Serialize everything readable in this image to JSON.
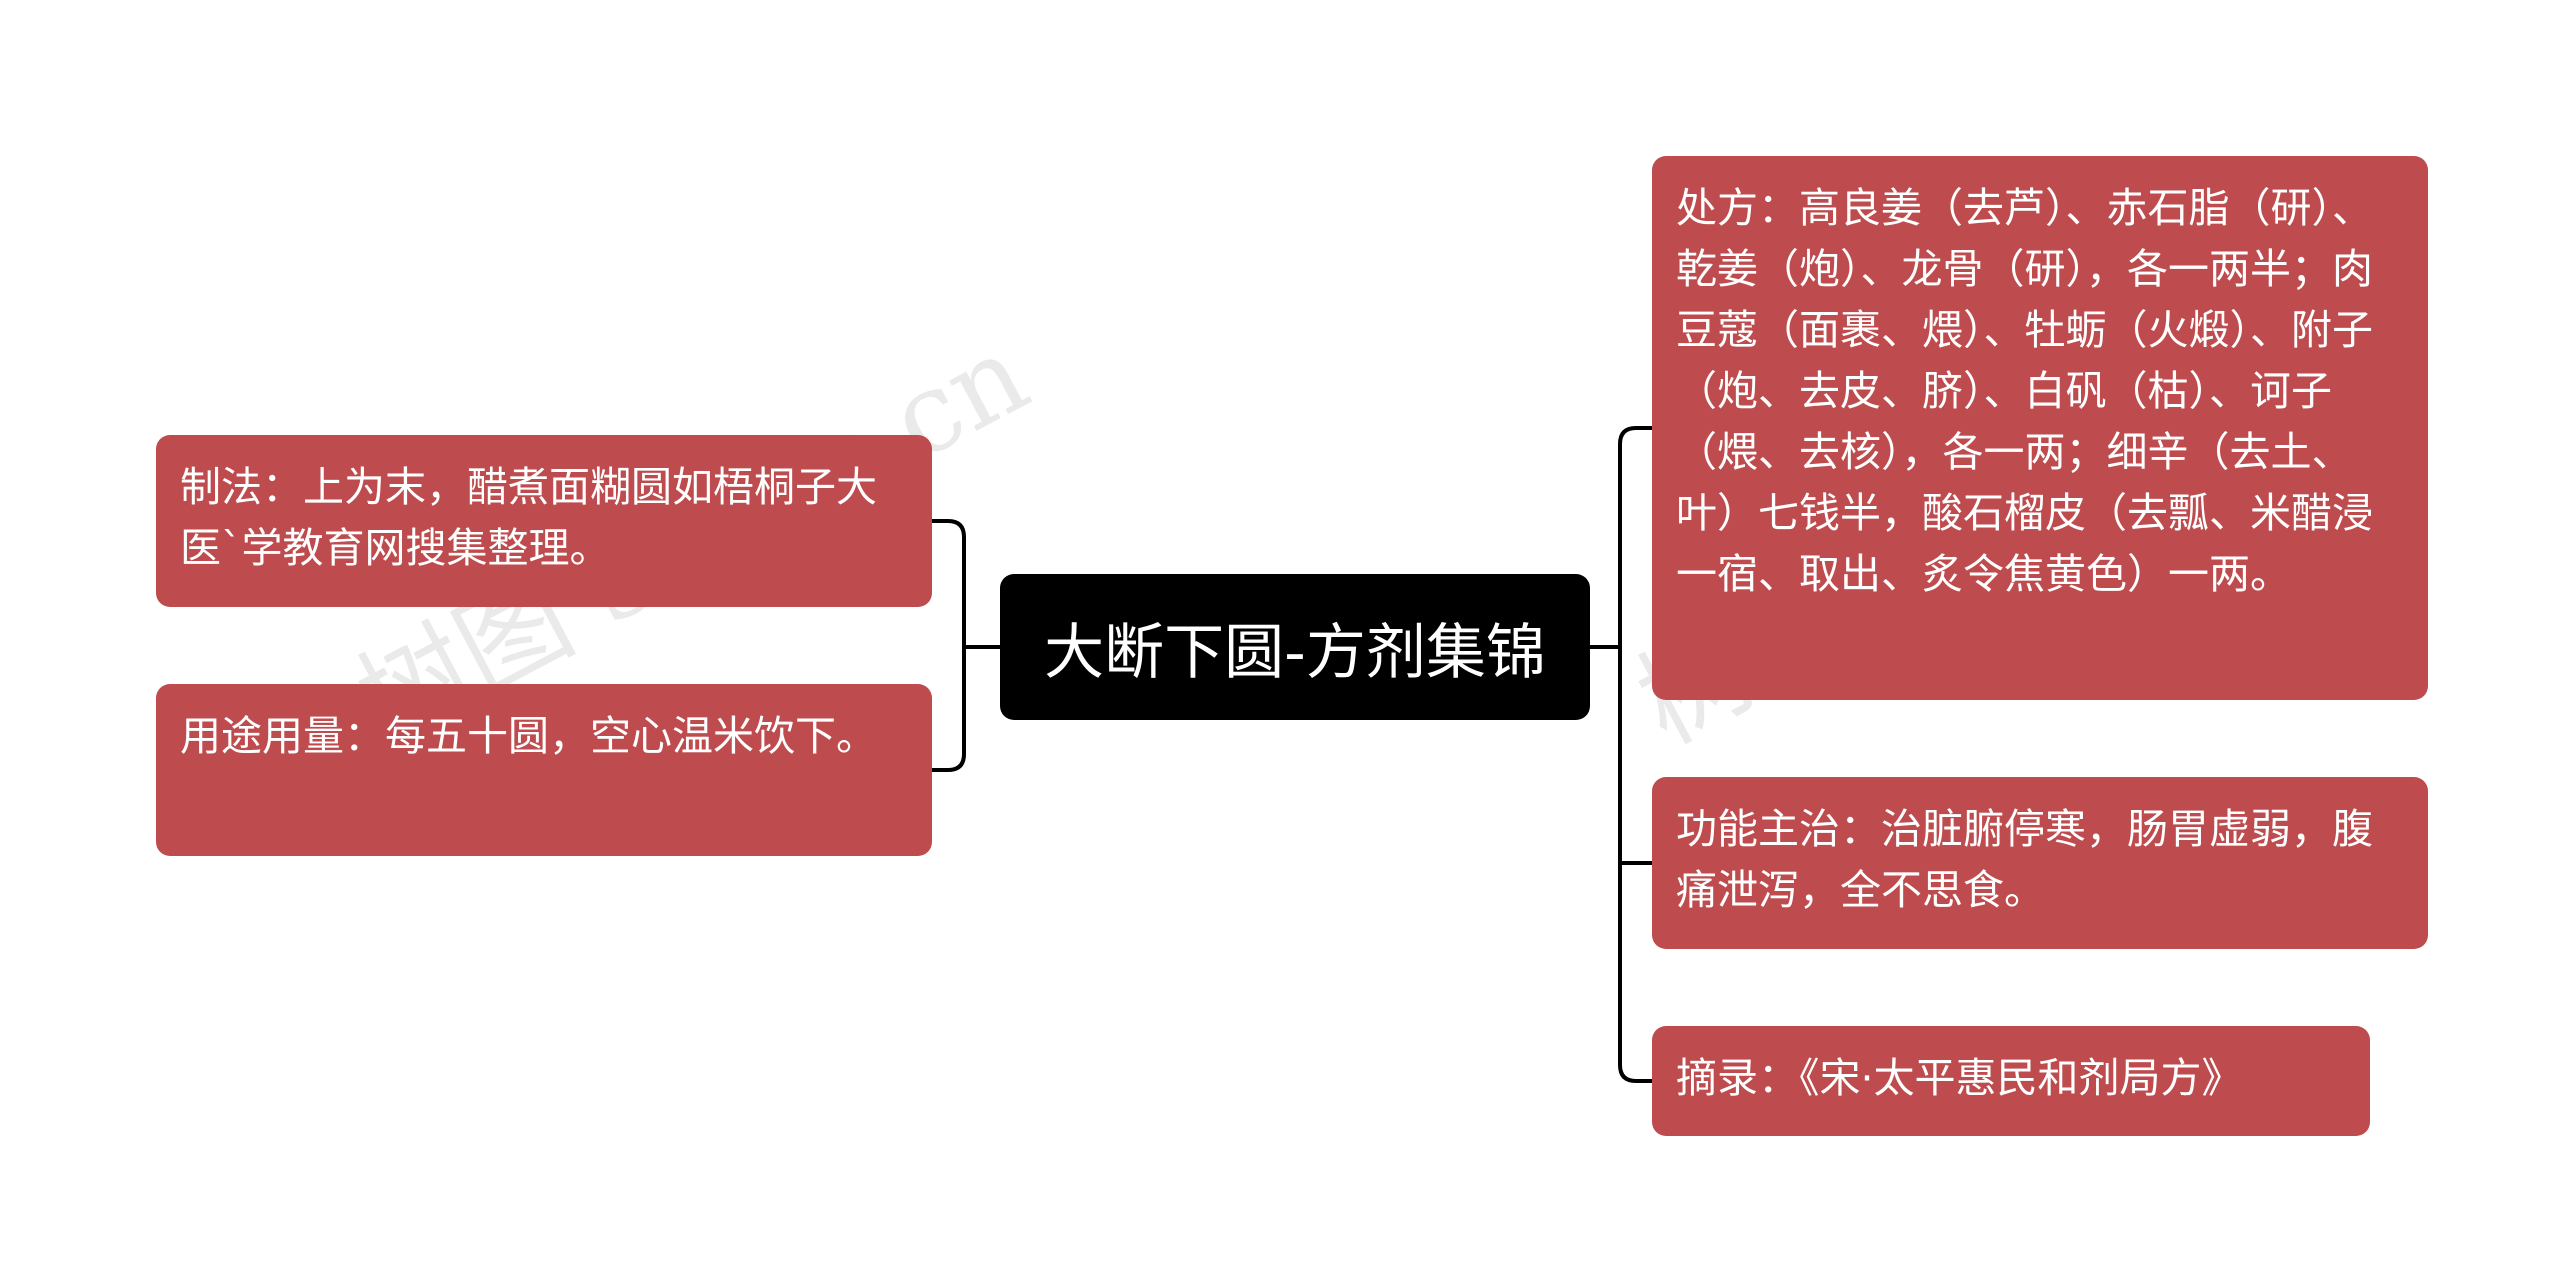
{
  "root": {
    "title": "大断下圆-方剂集锦"
  },
  "left": [
    {
      "text": "制法：上为末，醋煮面糊圆如梧桐子大医`学教育网搜集整理。"
    },
    {
      "text": "用途用量：每五十圆，空心温米饮下。"
    }
  ],
  "right": [
    {
      "text": "处方：高良姜（去芦）、赤石脂（研）、乾姜（炮）、龙骨（研），各一两半；肉豆蔻（面裹、煨）、牡蛎（火煅）、附子（炮、去皮、脐）、白矾（枯）、诃子（煨、去核），各一两；细辛（去土、叶）七钱半，酸石榴皮（去瓢、米醋浸一宿、取出、炙令焦黄色）一两。"
    },
    {
      "text": "功能主治：治脏腑停寒，肠胃虚弱，腹痛泄泻，全不思食。"
    },
    {
      "text": "摘录：《宋·太平惠民和剂局方》"
    }
  ],
  "watermark": {
    "text": "树图 shutu.cn"
  },
  "colors": {
    "root_bg": "#000000",
    "leaf_bg": "#be4c4e",
    "line": "#000000",
    "text": "#ffffff"
  }
}
